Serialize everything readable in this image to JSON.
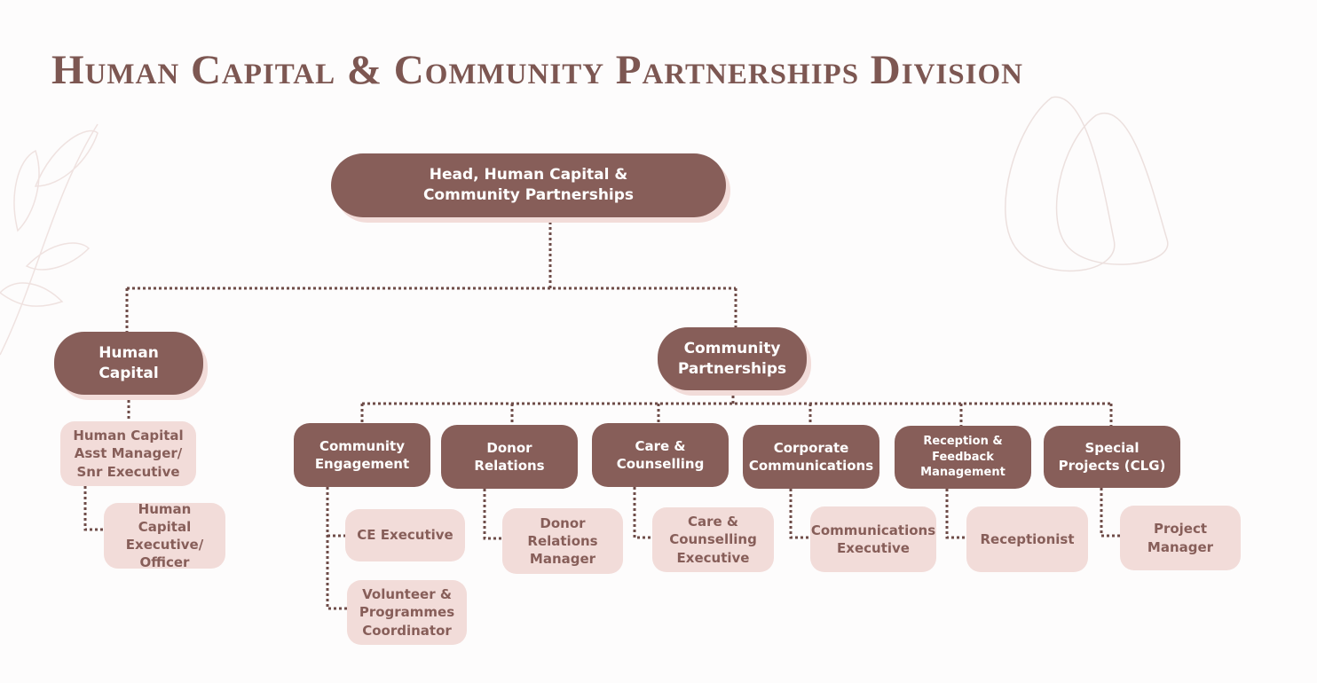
{
  "title": "Human Capital & Community Partnerships Division",
  "colors": {
    "dark": "#875e59",
    "light": "#f2dcd9",
    "line": "#6e4c48"
  },
  "head": {
    "label": "Head, Human Capital & Community Partnerships"
  },
  "branches": {
    "human_capital": {
      "label": "Human Capital",
      "roles": [
        "Human Capital Asst Manager/ Snr Executive",
        "Human Capital Executive/ Officer"
      ]
    },
    "community_partnerships": {
      "label": "Community Partnerships",
      "units": [
        {
          "label": "Community Engagement",
          "roles": [
            "CE Executive",
            "Volunteer & Programmes Coordinator"
          ]
        },
        {
          "label": "Donor Relations",
          "roles": [
            "Donor Relations Manager"
          ]
        },
        {
          "label": "Care & Counselling",
          "roles": [
            "Care & Counselling Executive"
          ]
        },
        {
          "label": "Corporate Communications",
          "roles": [
            "Communications Executive"
          ]
        },
        {
          "label": "Reception & Feedback Management",
          "roles": [
            "Receptionist"
          ]
        },
        {
          "label": "Special Projects (CLG)",
          "roles": [
            "Project Manager"
          ]
        }
      ]
    }
  }
}
